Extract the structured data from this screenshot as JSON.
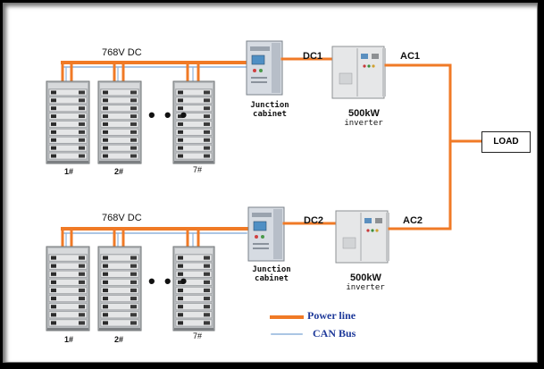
{
  "top": {
    "bus_voltage": "768V DC",
    "dc_label": "DC1",
    "ac_label": "AC1",
    "junction": [
      "Junction",
      "cabinet"
    ],
    "inverter_power": "500kW",
    "inverter_word": "inverter",
    "racks": [
      "1#",
      "2#",
      "7#"
    ],
    "ellipsis": "• • •"
  },
  "bottom": {
    "bus_voltage": "768V DC",
    "dc_label": "DC2",
    "ac_label": "AC2",
    "junction": [
      "Junction",
      "cabinet"
    ],
    "inverter_power": "500kW",
    "inverter_word": "inverter",
    "racks": [
      "1#",
      "2#",
      "7#"
    ],
    "ellipsis": "• • •"
  },
  "load_label": "LOAD",
  "legend": {
    "power_line": "Power line",
    "can_bus": "CAN Bus"
  },
  "colors": {
    "power_line": "#f07a26",
    "can_bus": "#8fb4dc"
  }
}
